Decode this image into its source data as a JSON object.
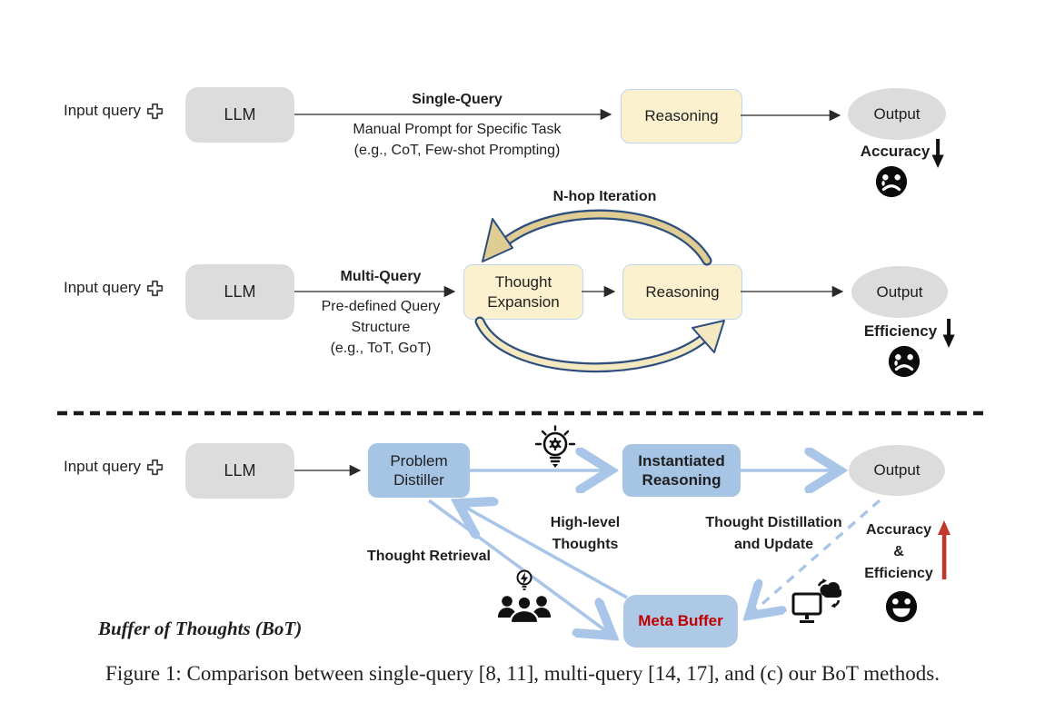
{
  "common": {
    "input_label": "Input query",
    "llm_label": "LLM",
    "output_label": "Output"
  },
  "rows": {
    "single": {
      "title": "Single-Query",
      "sub1": "Manual Prompt for Specific Task",
      "sub2": "(e.g., CoT, Few-shot Prompting)",
      "reasoning": "Reasoning",
      "metric": "Accuracy",
      "metric_direction": "down"
    },
    "multi": {
      "title": "Multi-Query",
      "sub1": "Pre-defined Query",
      "sub2": "Structure",
      "sub3": "(e.g., ToT, GoT)",
      "loop_label": "N-hop Iteration",
      "expansion1": "Thought",
      "expansion2": "Expansion",
      "reasoning": "Reasoning",
      "metric": "Efficiency",
      "metric_direction": "down"
    },
    "bot": {
      "distiller1": "Problem",
      "distiller2": "Distiller",
      "reasoning1": "Instantiated",
      "reasoning2": "Reasoning",
      "meta_buffer": "Meta Buffer",
      "retrieval_label": "Thought Retrieval",
      "high_level1": "High-level",
      "high_level2": "Thoughts",
      "update1": "Thought Distillation",
      "update2": "and Update",
      "metric1": "Accuracy",
      "metric2": "&",
      "metric3": "Efficiency",
      "metric_direction": "up",
      "section_label": "Buffer of Thoughts (BoT)"
    }
  },
  "caption": "Figure 1: Comparison between single-query [8, 11], multi-query [14, 17], and (c) our BoT methods.",
  "icons": {
    "input_plus": "plus-cross-icon",
    "idea": "lightbulb-gear-icon",
    "crowd": "people-lightbulb-icon",
    "sync": "monitor-cloud-sync-icon",
    "sad": "sad-face-icon",
    "happy": "happy-face-icon",
    "down": "black-down-arrow-icon",
    "up": "red-up-arrow-icon"
  },
  "colors": {
    "box_gray": "#DCDCDC",
    "box_yellow": "#FBF1CF",
    "yellow_border": "#BDD7EE",
    "box_blue": "#A6C4E4",
    "meta_blue": "#ADC9E6",
    "arrow_blue": "#A9C6E8",
    "tan": "#E0CD93",
    "tan_light": "#F3E8C0",
    "navy": "#2E4E7E",
    "red_text": "#C00000",
    "red_arrow": "#C2372B"
  }
}
